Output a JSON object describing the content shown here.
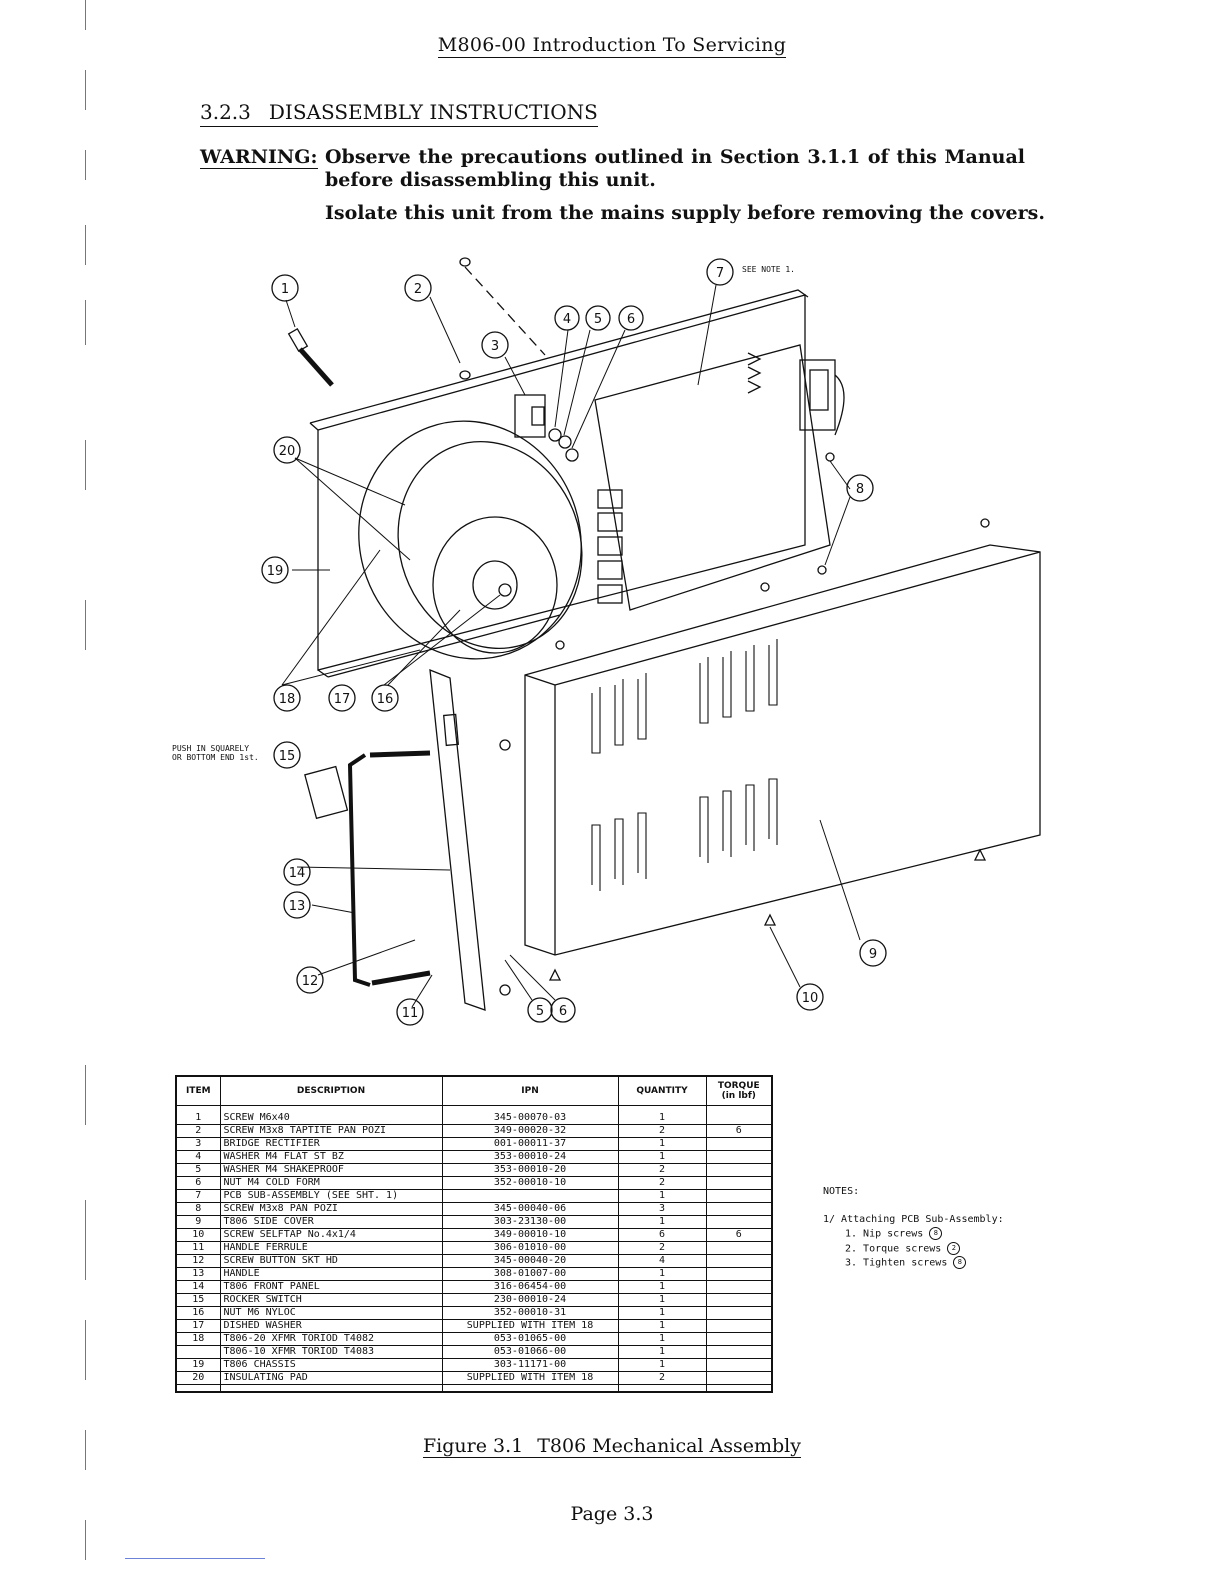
{
  "header": {
    "title": "M806-00 Introduction To Servicing"
  },
  "section": {
    "number": "3.2.3",
    "title": "DISASSEMBLY INSTRUCTIONS"
  },
  "warning": {
    "label": "WARNING:",
    "line1": "Observe the precautions outlined in Section 3.1.1 of this Manual before disassembling this unit.",
    "line2": "Isolate this unit from the mains supply before removing the covers."
  },
  "diagram": {
    "callouts": [
      "1",
      "2",
      "3",
      "4",
      "5",
      "6",
      "7",
      "8",
      "9",
      "10",
      "11",
      "12",
      "13",
      "14",
      "15",
      "16",
      "17",
      "18",
      "19",
      "20",
      "5",
      "6"
    ],
    "note_7": "SEE NOTE 1.",
    "note_15_line1": "PUSH IN SQUARELY",
    "note_15_line2": "OR BOTTOM END 1st."
  },
  "table": {
    "headers": {
      "item": "ITEM",
      "description": "DESCRIPTION",
      "ipn": "IPN",
      "quantity": "QUANTITY",
      "torque_line1": "TORQUE",
      "torque_line2": "(in lbf)"
    },
    "rows": [
      {
        "item": "1",
        "description": "SCREW M6x40",
        "ipn": "345-00070-03",
        "quantity": "1",
        "torque": ""
      },
      {
        "item": "2",
        "description": "SCREW M3x8 TAPTITE PAN POZI",
        "ipn": "349-00020-32",
        "quantity": "2",
        "torque": "6"
      },
      {
        "item": "3",
        "description": "BRIDGE RECTIFIER",
        "ipn": "001-00011-37",
        "quantity": "1",
        "torque": ""
      },
      {
        "item": "4",
        "description": "WASHER M4 FLAT ST BZ",
        "ipn": "353-00010-24",
        "quantity": "1",
        "torque": ""
      },
      {
        "item": "5",
        "description": "WASHER M4 SHAKEPROOF",
        "ipn": "353-00010-20",
        "quantity": "2",
        "torque": ""
      },
      {
        "item": "6",
        "description": "NUT M4 COLD FORM",
        "ipn": "352-00010-10",
        "quantity": "2",
        "torque": ""
      },
      {
        "item": "7",
        "description": "PCB SUB-ASSEMBLY (SEE SHT. 1)",
        "ipn": "",
        "quantity": "1",
        "torque": ""
      },
      {
        "item": "8",
        "description": "SCREW M3x8 PAN POZI",
        "ipn": "345-00040-06",
        "quantity": "3",
        "torque": ""
      },
      {
        "item": "9",
        "description": "T806 SIDE COVER",
        "ipn": "303-23130-00",
        "quantity": "1",
        "torque": ""
      },
      {
        "item": "10",
        "description": "SCREW SELFTAP No.4x1/4",
        "ipn": "349-00010-10",
        "quantity": "6",
        "torque": "6"
      },
      {
        "item": "11",
        "description": "HANDLE FERRULE",
        "ipn": "306-01010-00",
        "quantity": "2",
        "torque": ""
      },
      {
        "item": "12",
        "description": "SCREW BUTTON SKT HD",
        "ipn": "345-00040-20",
        "quantity": "4",
        "torque": ""
      },
      {
        "item": "13",
        "description": "HANDLE",
        "ipn": "308-01007-00",
        "quantity": "1",
        "torque": ""
      },
      {
        "item": "14",
        "description": "T806 FRONT PANEL",
        "ipn": "316-06454-00",
        "quantity": "1",
        "torque": ""
      },
      {
        "item": "15",
        "description": "ROCKER SWITCH",
        "ipn": "230-00010-24",
        "quantity": "1",
        "torque": ""
      },
      {
        "item": "16",
        "description": "NUT M6 NYLOC",
        "ipn": "352-00010-31",
        "quantity": "1",
        "torque": ""
      },
      {
        "item": "17",
        "description": "DISHED WASHER",
        "ipn": "SUPPLIED WITH ITEM 18",
        "quantity": "1",
        "torque": ""
      },
      {
        "item": "18",
        "description": "T806-20 XFMR TORIOD T4082",
        "ipn": "053-01065-00",
        "quantity": "1",
        "torque": ""
      },
      {
        "item": "",
        "description": "T806-10 XFMR TORIOD T4083",
        "ipn": "053-01066-00",
        "quantity": "1",
        "torque": ""
      },
      {
        "item": "19",
        "description": "T806 CHASSIS",
        "ipn": "303-11171-00",
        "quantity": "1",
        "torque": ""
      },
      {
        "item": "20",
        "description": "INSULATING PAD",
        "ipn": "SUPPLIED WITH ITEM 18",
        "quantity": "2",
        "torque": ""
      }
    ]
  },
  "notes": {
    "title": "NOTES:",
    "heading": "1/ Attaching PCB Sub-Assembly:",
    "steps": [
      "1. Nip screws",
      "2. Torque screws",
      "3. Tighten screws"
    ],
    "refs": [
      "8",
      "2",
      "8"
    ]
  },
  "caption": {
    "figure": "Figure 3.1",
    "title": "T806 Mechanical Assembly"
  },
  "footer": {
    "page": "Page 3.3"
  }
}
